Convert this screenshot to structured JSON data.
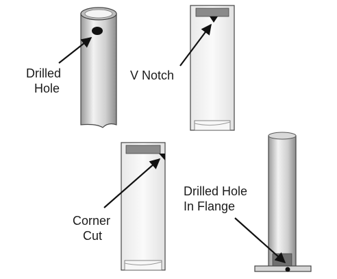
{
  "labels": {
    "drilled_hole": [
      "Drilled",
      "Hole"
    ],
    "v_notch": "V Notch",
    "corner_cut": [
      "Corner",
      "Cut"
    ],
    "drilled_hole_flange": [
      "Drilled Hole",
      "In Flange"
    ]
  },
  "colors": {
    "outline": "#444444",
    "tube_light": "#f2f2f2",
    "tube_mid": "#cfcfcf",
    "tube_dark": "#9a9a9a",
    "cap": "#8a8a8a",
    "hole": "#111111",
    "arrow": "#111111"
  }
}
